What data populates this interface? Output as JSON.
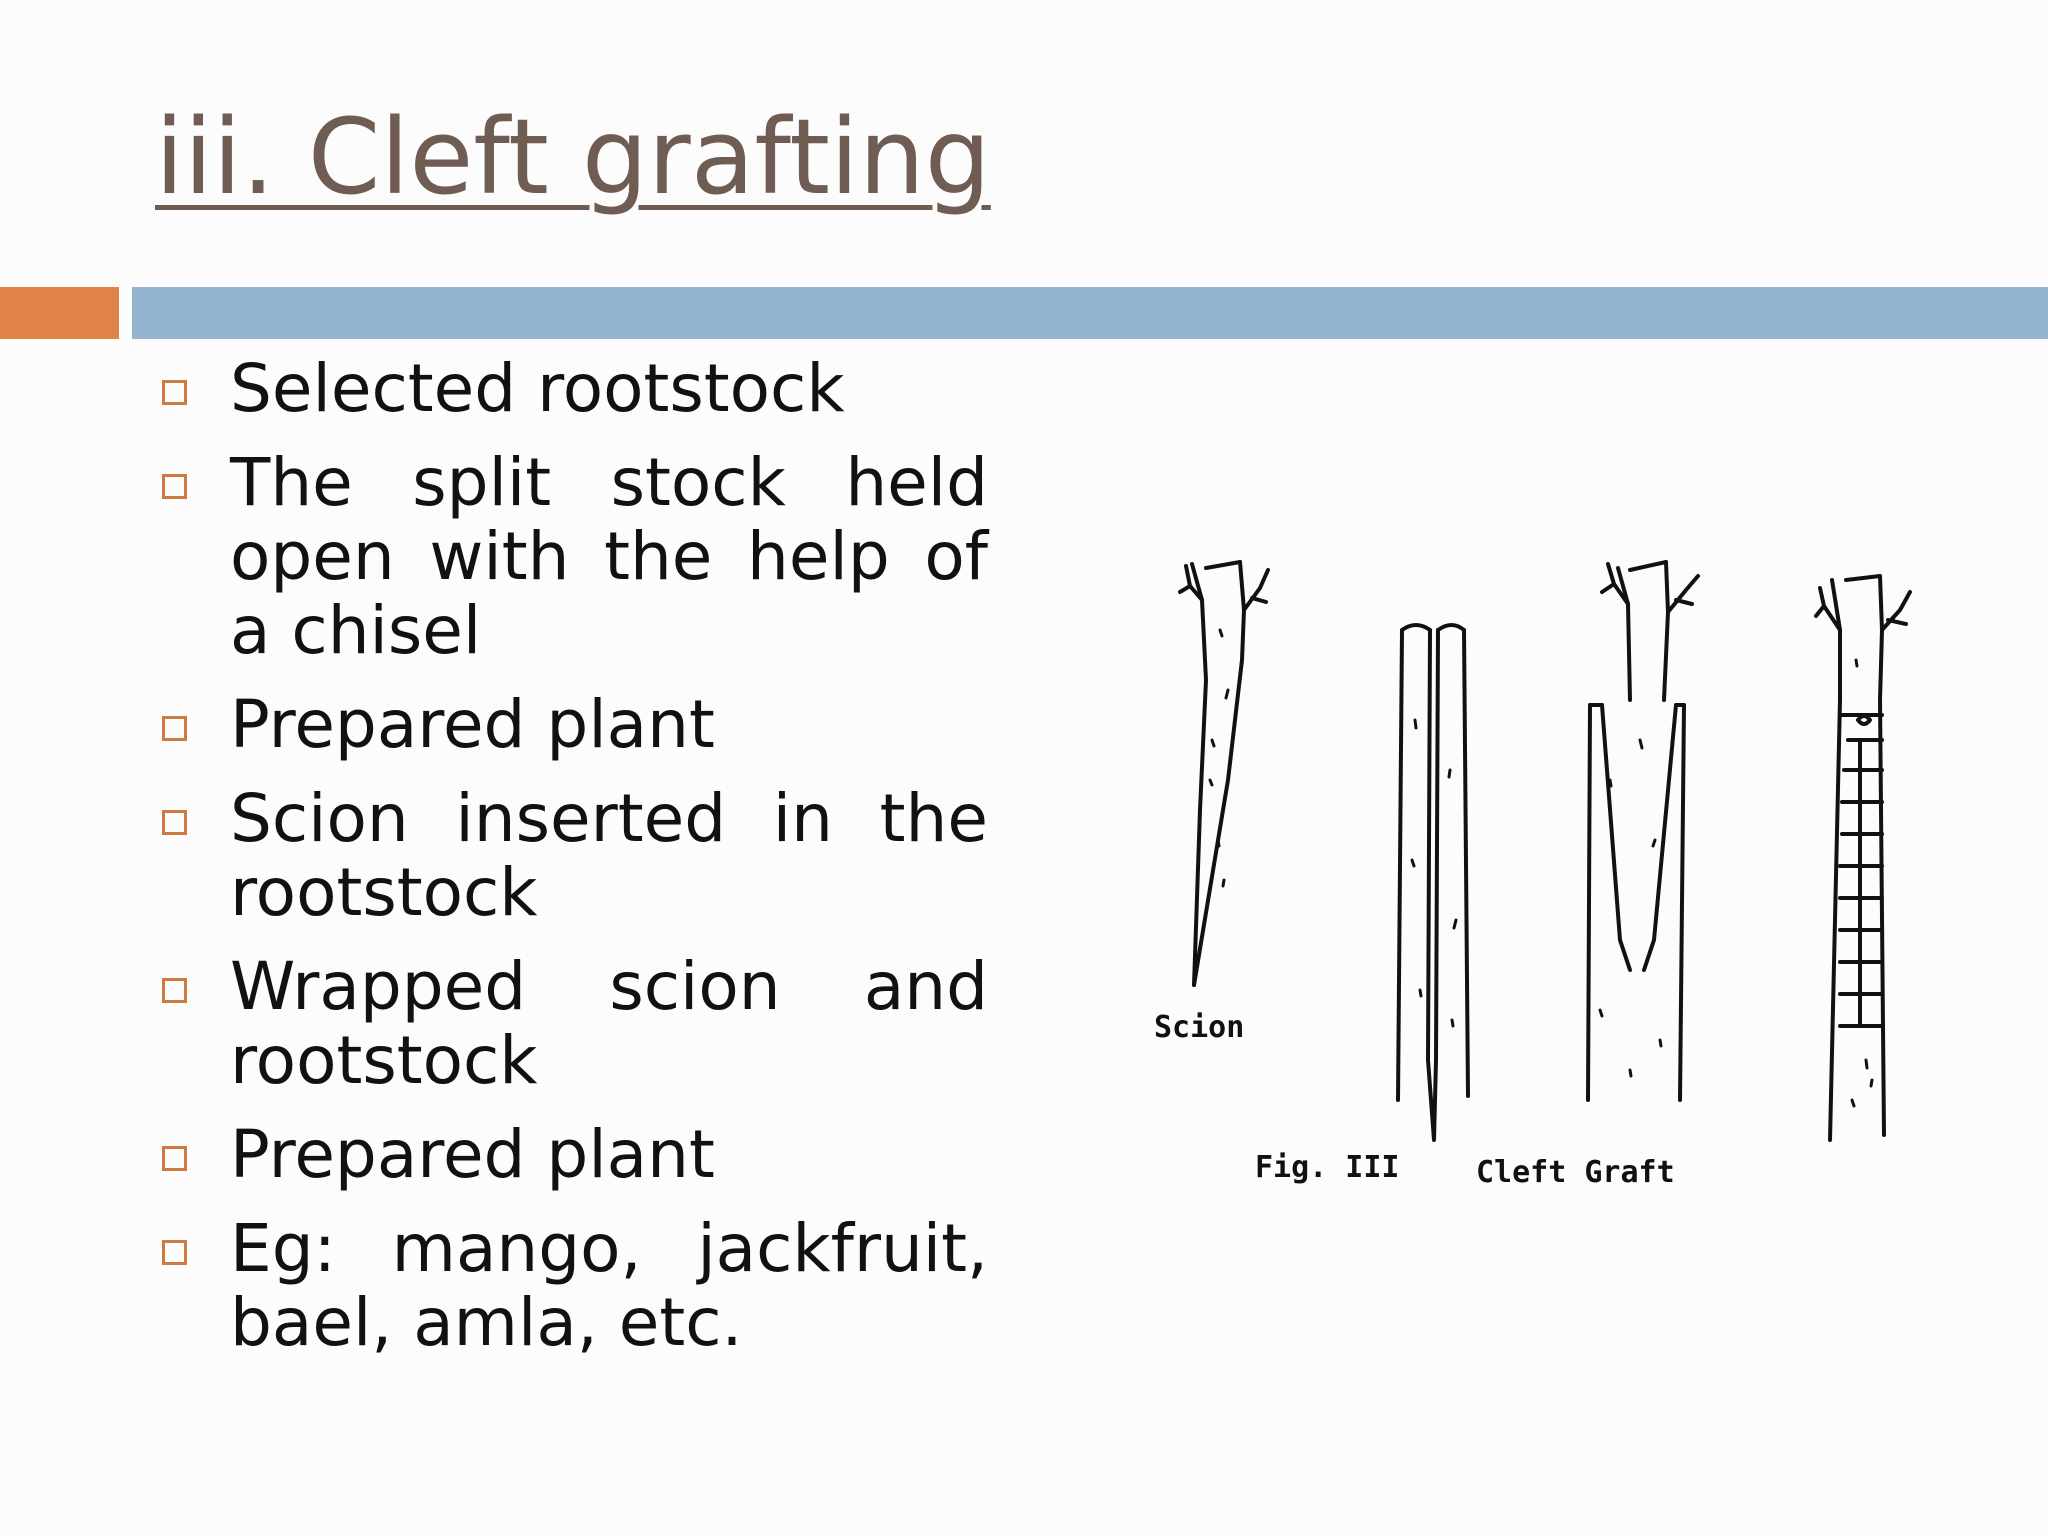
{
  "slide": {
    "title": "iii. Cleft grafting"
  },
  "bullets": [
    "Selected rootstock",
    "The split stock held open with the help of a chisel",
    "Prepared plant",
    "Scion inserted in the rootstock",
    "Wrapped scion and rootstock",
    "Prepared plant",
    "Eg: mango, jackfruit, bael, amla, etc."
  ],
  "figure": {
    "scion_label": "Scion",
    "fig_number": "Fig. III",
    "caption": "Cleft Graft"
  },
  "colors": {
    "title": "#6f5d54",
    "accent_bar": "#df8446",
    "main_bar": "#94b4d2",
    "bullet_box": "#cd7a40"
  }
}
